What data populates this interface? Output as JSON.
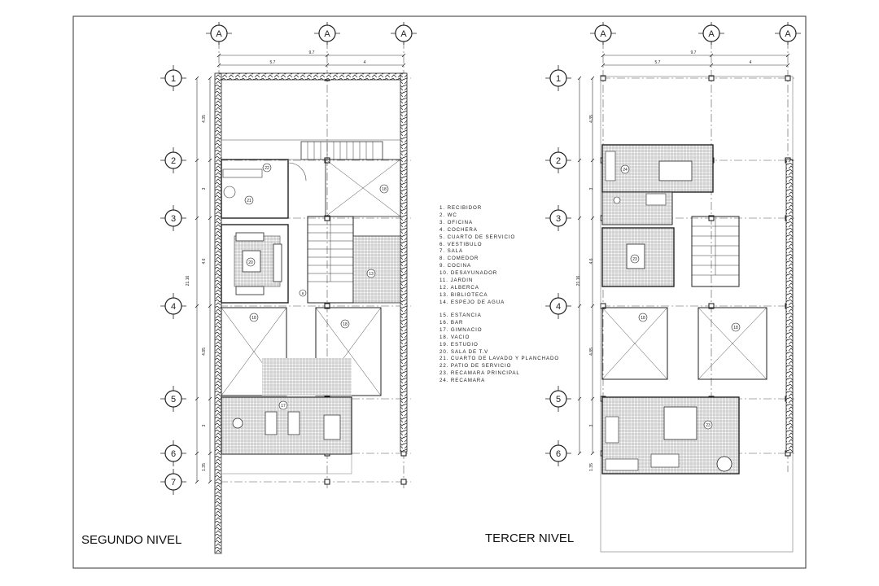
{
  "titles": {
    "left": "SEGUNDO NIVEL",
    "right": "TERCER NIVEL"
  },
  "grid_axes": {
    "columns": [
      "A",
      "A",
      "A"
    ],
    "rows_left": [
      "1",
      "2",
      "3",
      "4",
      "5",
      "6",
      "7"
    ],
    "rows_right": [
      "1",
      "2",
      "3",
      "4",
      "5",
      "6"
    ]
  },
  "dimensions": {
    "top_total": "9.7",
    "top_parts": [
      "5.7",
      "4"
    ],
    "side_total": "21.16",
    "side_parts": [
      "4.35",
      "3",
      "4.6",
      "4.85",
      "3",
      "1.35"
    ]
  },
  "room_tags": {
    "left": [
      "22",
      "21",
      "18",
      "20",
      "13",
      "18",
      "18",
      "17",
      "6"
    ],
    "right": [
      "24",
      "23",
      "18",
      "18",
      "23"
    ]
  },
  "legend_group_1": [
    "1. RECIBIDOR",
    "2. WC",
    "3. OFICINA",
    "4. COCHERA",
    "5. CUARTO DE SERVICIO",
    "6. VESTIBULO",
    "7. SALA",
    "8. COMEDOR",
    "9. COCINA",
    "10. DESAYUNADOR",
    "11. JARDIN",
    "12. ALBERCA",
    "13. BIBLIOTECA",
    "14. ESPEJO DE AGUA"
  ],
  "legend_group_2": [
    "15. ESTANCIA",
    "16. BAR",
    "17. GIMNACIO",
    "18. VACIO",
    "19. ESTUDIO",
    "20. SALA DE T.V",
    "21. CUARTO DE LAVADO Y PLANCHADO",
    "22. PATIO DE SERVICIO",
    "23. RECAMARA PRINCIPAL",
    "24. RECAMARA"
  ]
}
